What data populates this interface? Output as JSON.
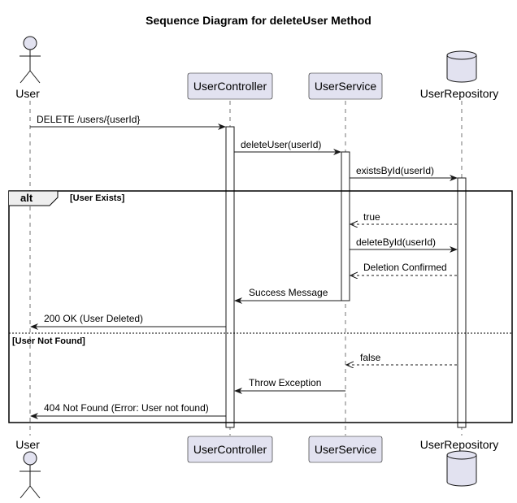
{
  "title": "Sequence Diagram for deleteUser Method",
  "participants": {
    "user": "User",
    "controller": "UserController",
    "service": "UserService",
    "repository": "UserRepository"
  },
  "messages": {
    "m1": "DELETE /users/{userId}",
    "m2": "deleteUser(userId)",
    "m3": "existsById(userId)",
    "m4": "true",
    "m5": "deleteById(userId)",
    "m6": "Deletion Confirmed",
    "m7": "Success Message",
    "m8": "200 OK (User Deleted)",
    "m9": "false",
    "m10": "Throw Exception",
    "m11": "404 Not Found (Error: User not found)"
  },
  "fragment": {
    "keyword": "alt",
    "guard1": "[User Exists]",
    "guard2": "[User Not Found]"
  },
  "colors": {
    "participant_fill": "#E2E2F0",
    "line": "#181818"
  }
}
